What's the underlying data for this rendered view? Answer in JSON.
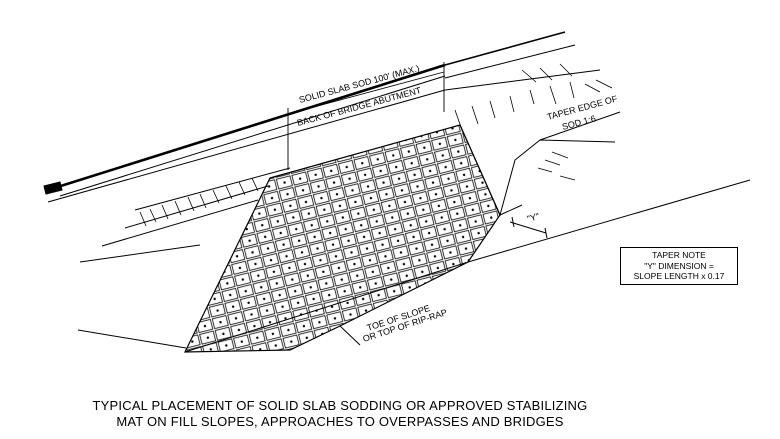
{
  "labels": {
    "solid_slab": "SOLID SLAB SOD 100' (MAX.)",
    "back_of_abutment": "BACK OF BRIDGE ABUTMENT",
    "taper_edge_1": "TAPER EDGE OF",
    "taper_edge_2": "SOD 1:6",
    "y_dim": "\"Y\"",
    "toe_1": "TOE OF SLOPE",
    "toe_2": "OR TOP OF RIP-RAP"
  },
  "taper_note": {
    "line1": "TAPER NOTE",
    "line2": "\"Y\" DIMENSION =",
    "line3": "SLOPE LENGTH x 0.17"
  },
  "caption": {
    "line1": "TYPICAL PLACEMENT OF SOLID SLAB SODDING OR APPROVED STABILIZING",
    "line2": "MAT ON FILL SLOPES, APPROACHES TO OVERPASSES AND BRIDGES"
  }
}
